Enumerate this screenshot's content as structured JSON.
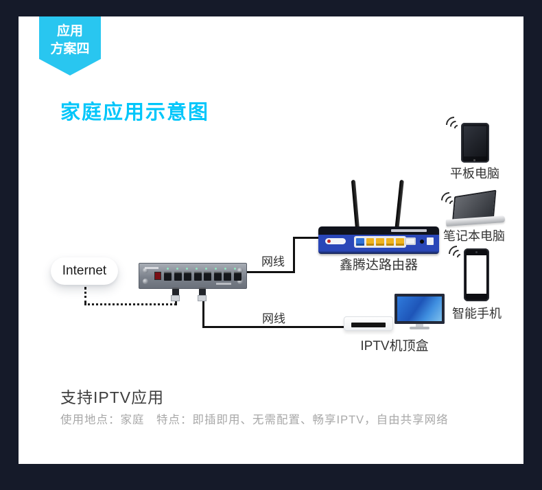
{
  "badge": {
    "line1": "应用",
    "line2": "方案四"
  },
  "title": "家庭应用示意图",
  "diagram": {
    "internet_label": "Internet",
    "cable_label_top": "网线",
    "cable_label_bottom": "网线",
    "router_label": "鑫腾达路由器",
    "iptv_label": "IPTV机顶盒",
    "tablet_label": "平板电脑",
    "laptop_label": "笔记本电脑",
    "phone_label": "智能手机"
  },
  "footer": {
    "heading": "支持IPTV应用",
    "description": "使用地点：家庭　特点：即插即用、无需配置、畅享IPTV，自由共享网络"
  },
  "colors": {
    "accent_badge": "#29c6f0",
    "title_cyan": "#00c6fa",
    "background_dark": "#151a29",
    "router_blue": "#2a47b8",
    "tv_screen_blue": "#2f7bdc"
  }
}
